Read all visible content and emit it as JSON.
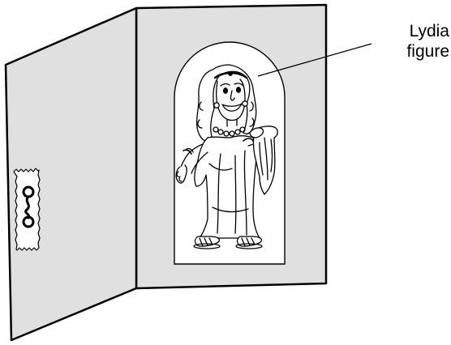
{
  "callout": {
    "line1": "Lydia",
    "line2": "figure"
  },
  "colors": {
    "panel_fill": "#e0e0e0",
    "window_fill": "#ffffff",
    "stroke": "#000000",
    "background": "#ffffff"
  },
  "icons": {
    "pouch": "pouch-with-hook-icon",
    "figure": "lydia-figure-illustration"
  }
}
